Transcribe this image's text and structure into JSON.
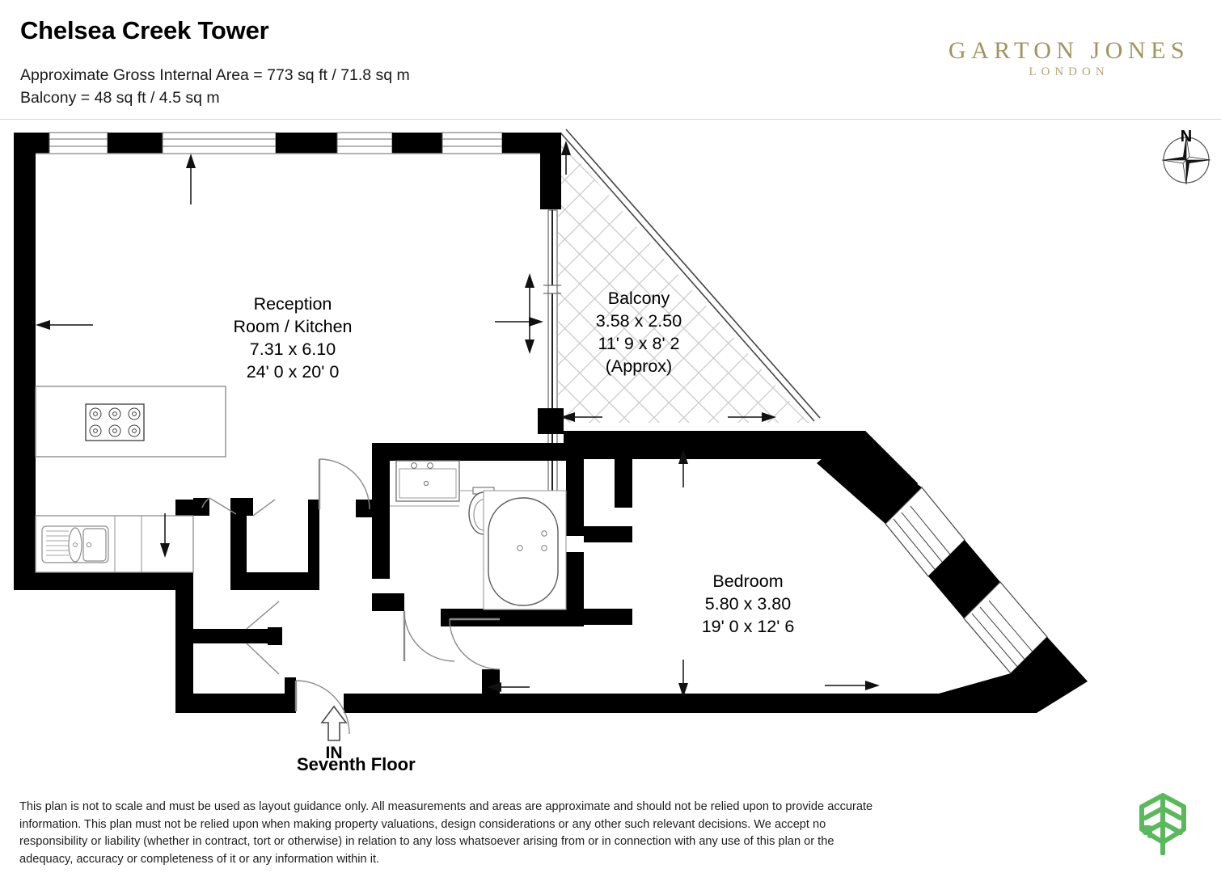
{
  "header": {
    "title": "Chelsea Creek Tower",
    "area_line_1": "Approximate Gross Internal Area = 773 sq ft / 71.8 sq m",
    "area_line_2": "Balcony = 48 sq ft / 4.5 sq m",
    "brand_name": "GARTON JONES",
    "brand_sub": "LONDON",
    "brand_color": "#a3935f"
  },
  "compass": {
    "north_label": "N"
  },
  "plan": {
    "floor_caption": "Seventh Floor",
    "entrance_label": "IN",
    "wall_color": "#000000",
    "hatch_color": "#c9c9c9",
    "rooms": [
      {
        "name": "reception",
        "line_1": "Reception",
        "line_2": "Room / Kitchen",
        "line_3": "7.31 x 6.10",
        "line_4": "24' 0 x 20' 0",
        "line_5": ""
      },
      {
        "name": "balcony",
        "line_1": "Balcony",
        "line_2": "3.58 x 2.50",
        "line_3": "11' 9 x 8' 2",
        "line_4": "(Approx)",
        "line_5": ""
      },
      {
        "name": "bedroom",
        "line_1": "Bedroom",
        "line_2": "5.80 x 3.80",
        "line_3": "19' 0 x 12' 6",
        "line_4": "",
        "line_5": ""
      }
    ]
  },
  "footer": {
    "disclaimer": "This plan is not to scale and must be used as layout guidance only. All measurements and areas are approximate and should not be relied upon to provide accurate information. This plan must not be relied upon when making property valuations, design considerations or any other such relevant decisions. We accept no responsibility or liability (whether in contract, tort or otherwise) in relation to any loss whatsoever arising from or in connection with any use of this plan or the adequacy, accuracy or completeness of it or any information within it.",
    "eco_icon_color": "#5cb85c"
  }
}
